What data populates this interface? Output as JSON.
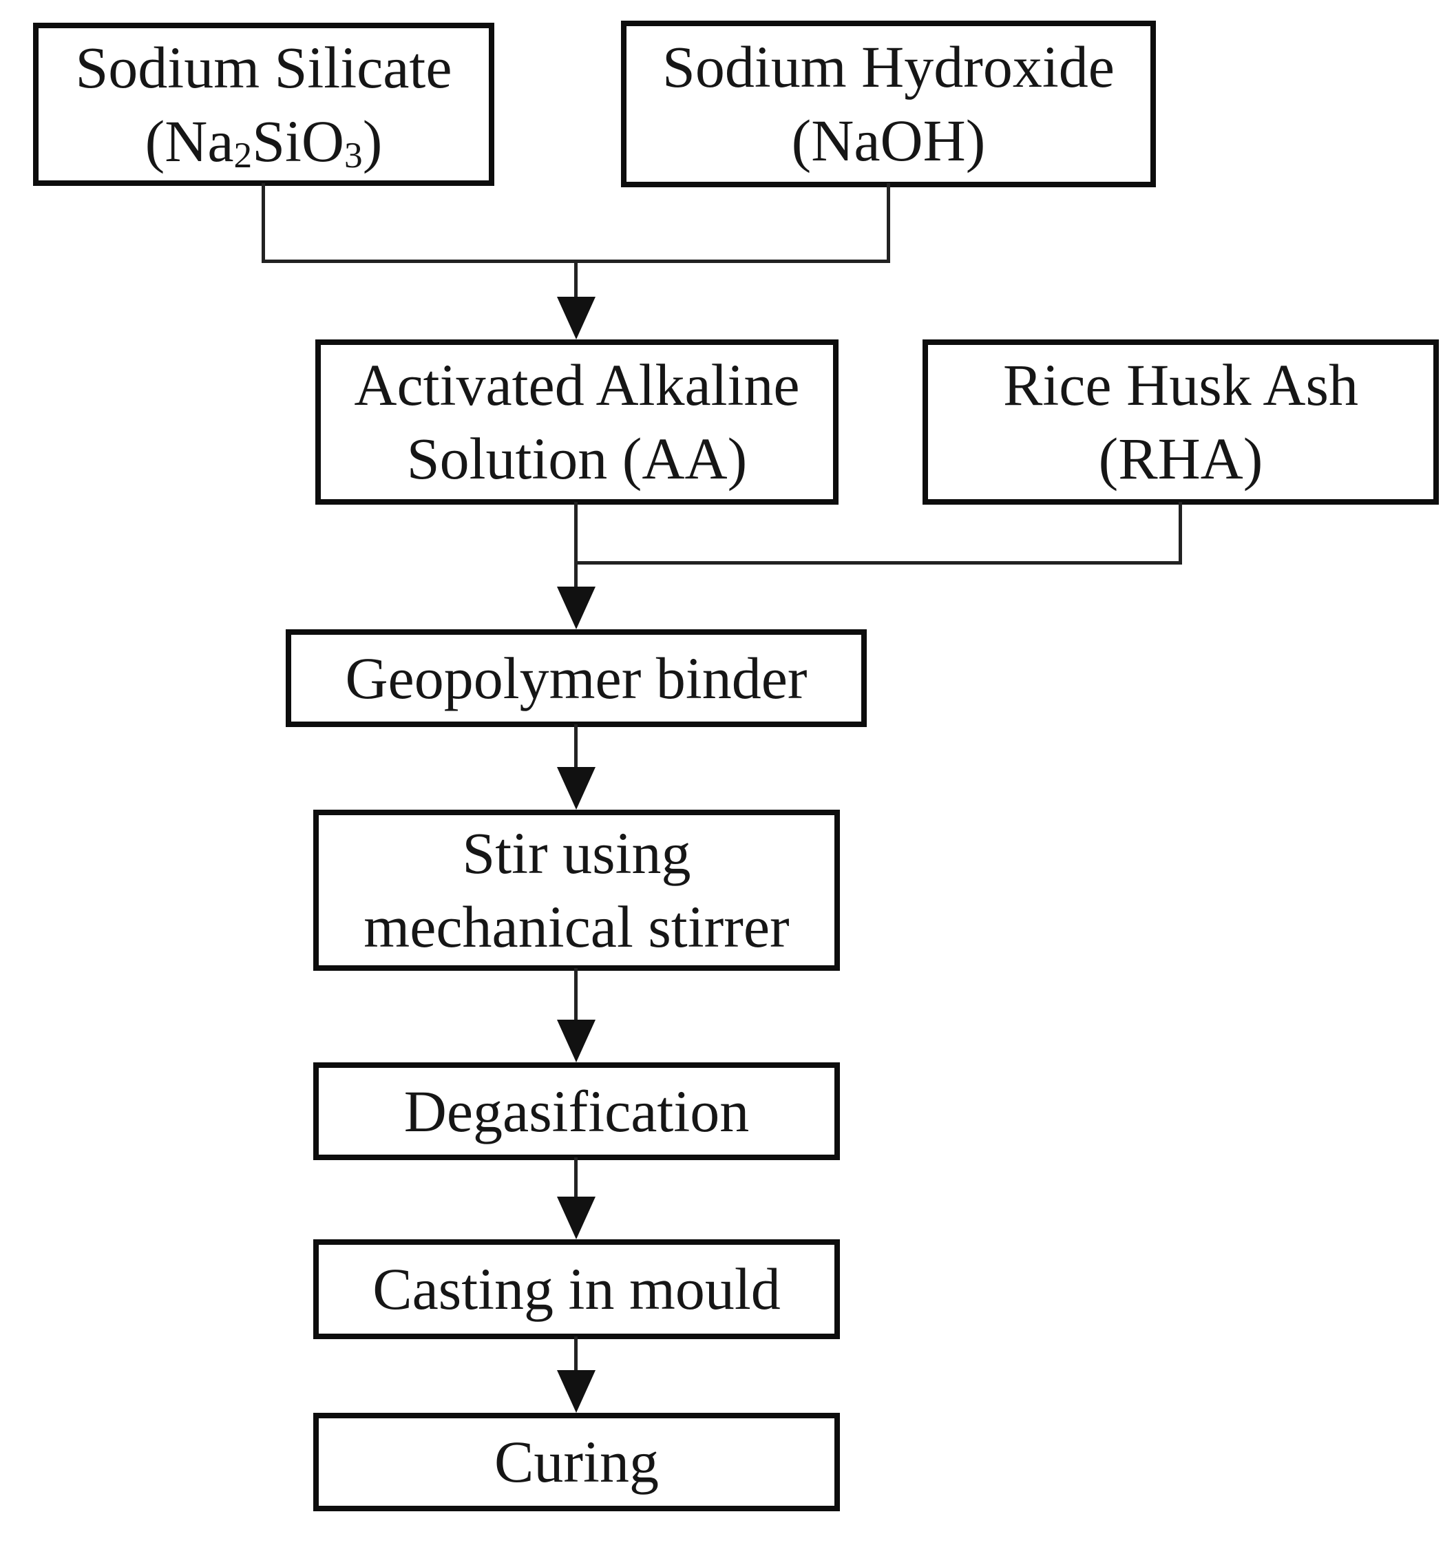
{
  "colors": {
    "background": "#ffffff",
    "box_border": "#0d0d0d",
    "box_fill": "#ffffff",
    "text": "#161616",
    "connector": "#222222",
    "arrowhead": "#111111"
  },
  "nodes": {
    "sodium_silicate": {
      "line1": "Sodium Silicate",
      "formula": {
        "p0": "(Na",
        "s0": "2",
        "p1": "SiO",
        "s1": "3",
        "p2": ")"
      }
    },
    "sodium_hydroxide": {
      "line1": "Sodium Hydroxide",
      "line2": "(NaOH)"
    },
    "activated_alkaline_solution": {
      "line1": "Activated Alkaline",
      "line2": "Solution (AA)"
    },
    "rice_husk_ash": {
      "line1": "Rice Husk Ash",
      "line2": "(RHA)"
    },
    "geopolymer_binder": {
      "line1": "Geopolymer binder"
    },
    "stir": {
      "line1": "Stir using",
      "line2": "mechanical stirrer"
    },
    "degasification": {
      "line1": "Degasification"
    },
    "casting_in_mould": {
      "line1": "Casting in mould"
    },
    "curing": {
      "line1": "Curing"
    }
  }
}
